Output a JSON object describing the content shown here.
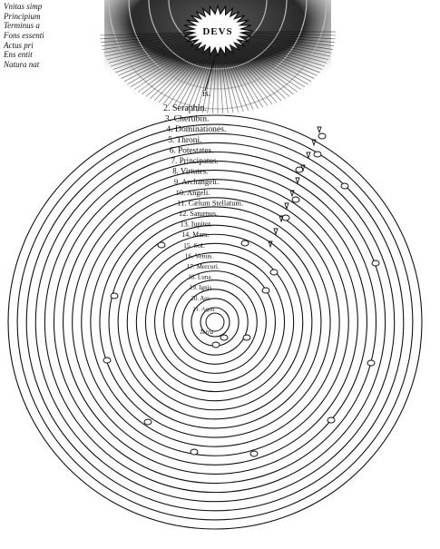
{
  "deity_label": "DEVS",
  "left_attributes": [
    "Vnitas simp",
    "Principium",
    "Terminus a",
    "Fons essenti",
    "Actus pri",
    "Ens entit",
    "Natura nat"
  ],
  "top_partial_label": "is.",
  "spheres": [
    "2. Seraphin.",
    "3. Cherubin.",
    "4. Dominationes.",
    "5. Throni.",
    "6. Potestates.",
    "7. Principatus.",
    "8. Virtutes.",
    "9. Archangeli.",
    "10. Angeli.",
    "11. Cælum Stellatum.",
    "12. Saturnus.",
    "13. Iupiter.",
    "14. Mars.",
    "15. Sol.",
    "16. Venus.",
    "17. Mercuri.",
    "18. Luna.",
    "19. Ignis.",
    "20. Aer.",
    "21. Aqua.",
    "Terra"
  ],
  "ring_count": 22,
  "colors": {
    "ink": "#111111",
    "paper": "#ffffff",
    "halo": "#2a2a2a"
  }
}
